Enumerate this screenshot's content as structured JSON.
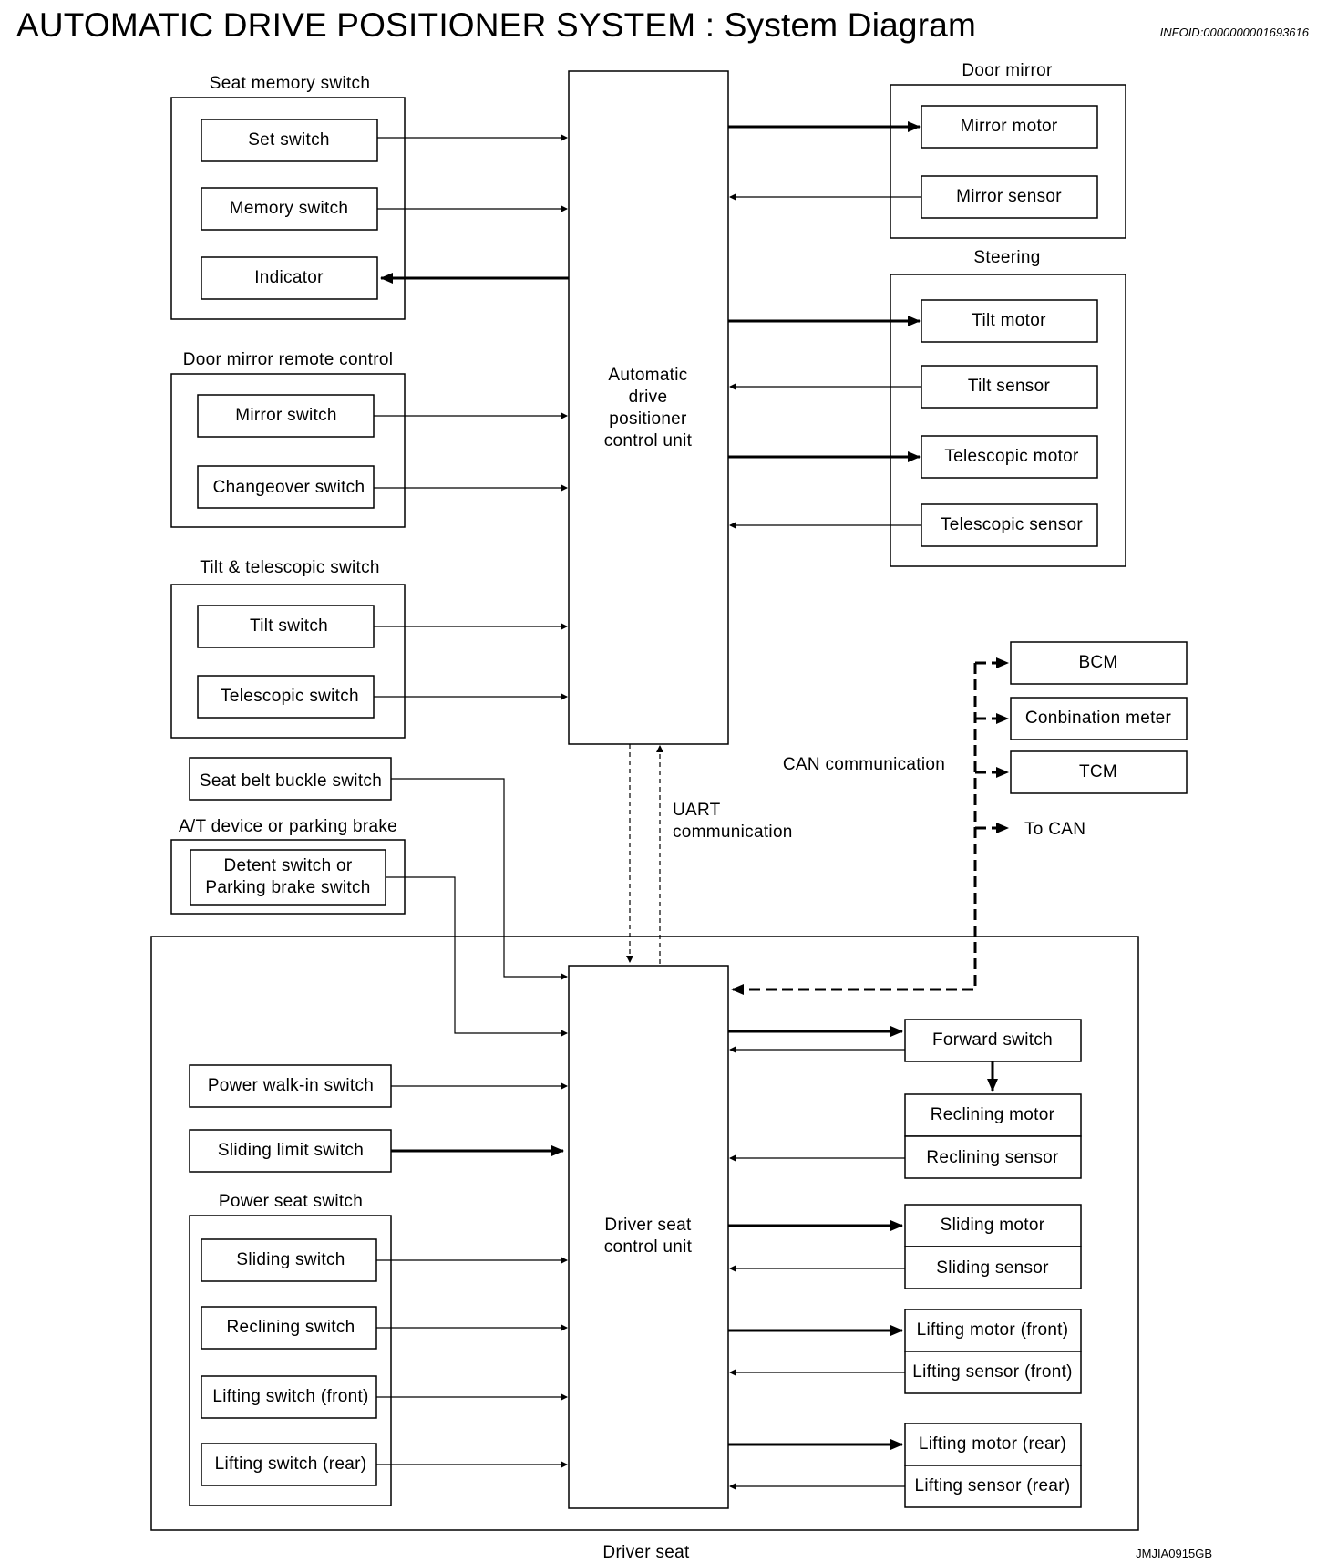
{
  "header": {
    "title": "AUTOMATIC DRIVE POSITIONER SYSTEM : System Diagram",
    "info_id": "INFOID:0000000001693616",
    "figure_code": "JMJIA0915GB"
  },
  "groups": {
    "seat_memory_switch": "Seat memory switch",
    "door_mirror_remote_control": "Door mirror remote control",
    "tilt_telescopic_switch": "Tilt & telescopic switch",
    "at_device_parking_brake": "A/T device or parking brake",
    "door_mirror": "Door mirror",
    "steering": "Steering",
    "power_seat_switch": "Power seat switch",
    "driver_seat": "Driver seat"
  },
  "left": {
    "set_switch": "Set switch",
    "memory_switch": "Memory switch",
    "indicator": "Indicator",
    "mirror_switch": "Mirror switch",
    "changeover_switch": "Changeover switch",
    "tilt_switch": "Tilt switch",
    "telescopic_switch": "Telescopic switch",
    "seat_belt_buckle_switch": "Seat belt buckle switch",
    "detent_line1": "Detent switch or",
    "detent_line2": "Parking brake switch",
    "power_walkin_switch": "Power walk-in switch",
    "sliding_limit_switch": "Sliding limit switch",
    "sliding_switch": "Sliding switch",
    "reclining_switch": "Reclining switch",
    "lifting_switch_front": "Lifting switch (front)",
    "lifting_switch_rear": "Lifting switch (rear)"
  },
  "center": {
    "adp_line1": "Automatic",
    "adp_line2": "drive",
    "adp_line3": "positioner",
    "adp_line4": "control unit",
    "dscu_line1": "Driver seat",
    "dscu_line2": "control unit",
    "uart_line1": "UART",
    "uart_line2": "communication",
    "can_label": "CAN communication"
  },
  "right": {
    "mirror_motor": "Mirror motor",
    "mirror_sensor": "Mirror sensor",
    "tilt_motor": "Tilt motor",
    "tilt_sensor": "Tilt sensor",
    "telescopic_motor": "Telescopic motor",
    "telescopic_sensor": "Telescopic sensor",
    "bcm": "BCM",
    "combination_meter": "Conbination meter",
    "tcm": "TCM",
    "to_can": "To CAN",
    "forward_switch": "Forward switch",
    "reclining_motor": "Reclining motor",
    "reclining_sensor": "Reclining sensor",
    "sliding_motor": "Sliding motor",
    "sliding_sensor": "Sliding sensor",
    "lifting_motor_front": "Lifting motor (front)",
    "lifting_sensor_front": "Lifting sensor (front)",
    "lifting_motor_rear": "Lifting motor (rear)",
    "lifting_sensor_rear": "Lifting sensor (rear)"
  }
}
